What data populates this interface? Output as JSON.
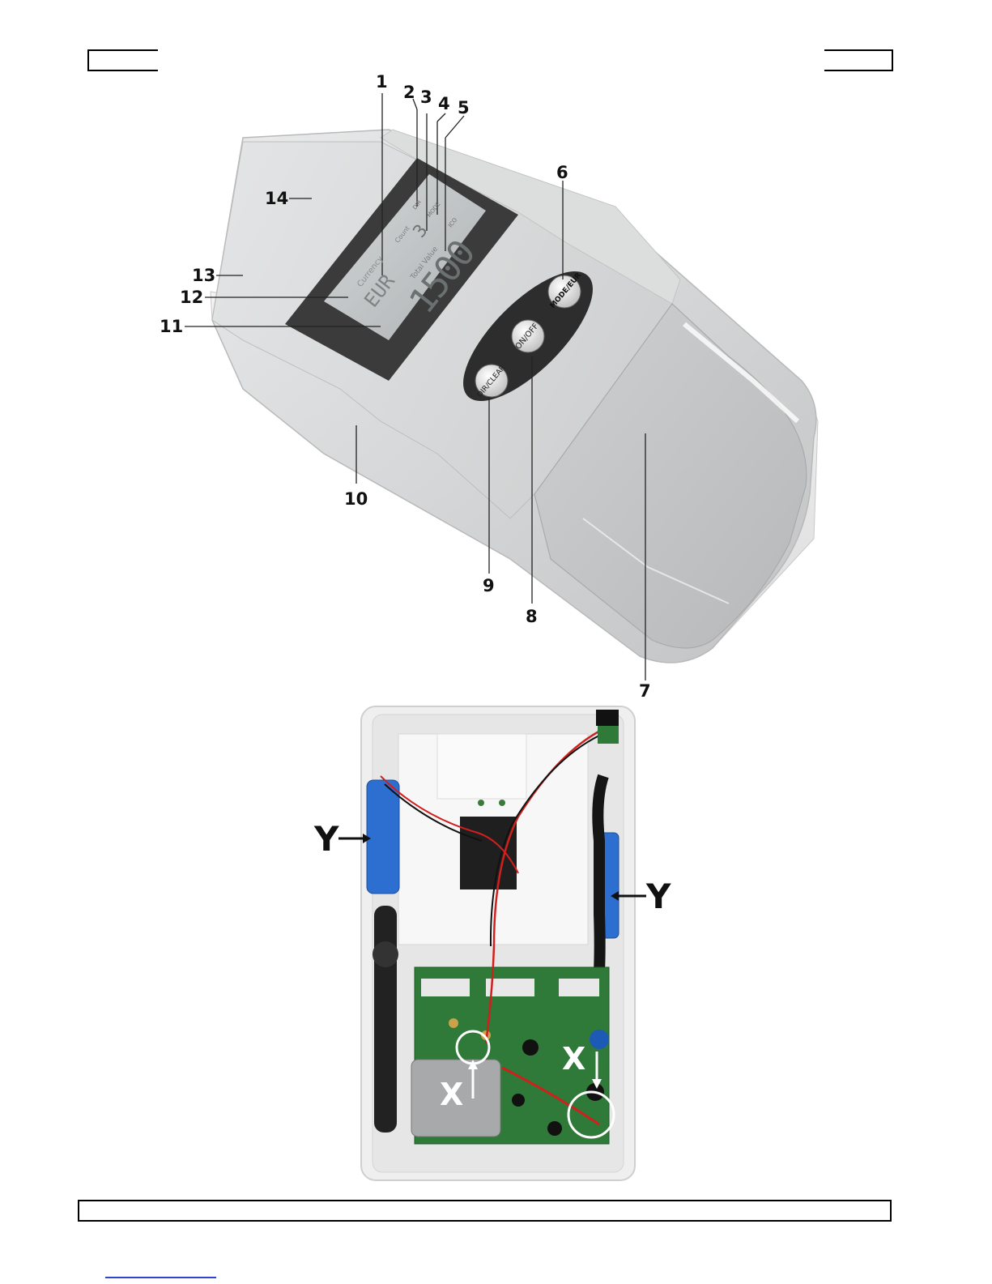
{
  "header": {},
  "top_figure": {
    "labels": [
      "1",
      "2",
      "3",
      "4",
      "5",
      "6",
      "7",
      "8",
      "9",
      "10",
      "11",
      "12",
      "13",
      "14"
    ],
    "buttons": {
      "mode_eur": "MODE/EUR",
      "on_off": "ON/OFF",
      "dir_clear": "DIR/CLEAR"
    },
    "lcd": {
      "currency_label": "Currency",
      "currency_value": "EUR",
      "total_label": "Total Value",
      "total_value": "1500",
      "count_label": "Count",
      "count_value": "3",
      "mode_label": "MODE",
      "dir_label": "DIR",
      "icon_label": "ICO"
    }
  },
  "bottom_figure": {
    "y_marker": "Y",
    "x_marker": "X"
  },
  "colors": {
    "device_body": "#d9dadb",
    "lcd_bezel": "#3a3a3a",
    "lcd_screen": "#bfc3c4",
    "button_oval": "#2d2d2d",
    "pcb": "#2f7a38",
    "battery": "#2d6fd0"
  }
}
